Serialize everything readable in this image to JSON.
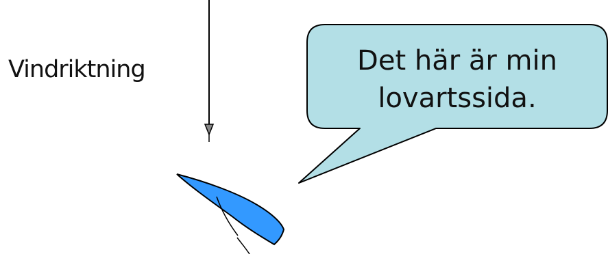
{
  "wind_label": "Vindriktning",
  "callout": {
    "line1": "Det här är min",
    "line2": "lovartssida."
  },
  "colors": {
    "boat_fill": "#3399ff",
    "bubble_fill": "#b3dfe6",
    "line": "#000000",
    "arrow_head_fill": "#888888"
  }
}
